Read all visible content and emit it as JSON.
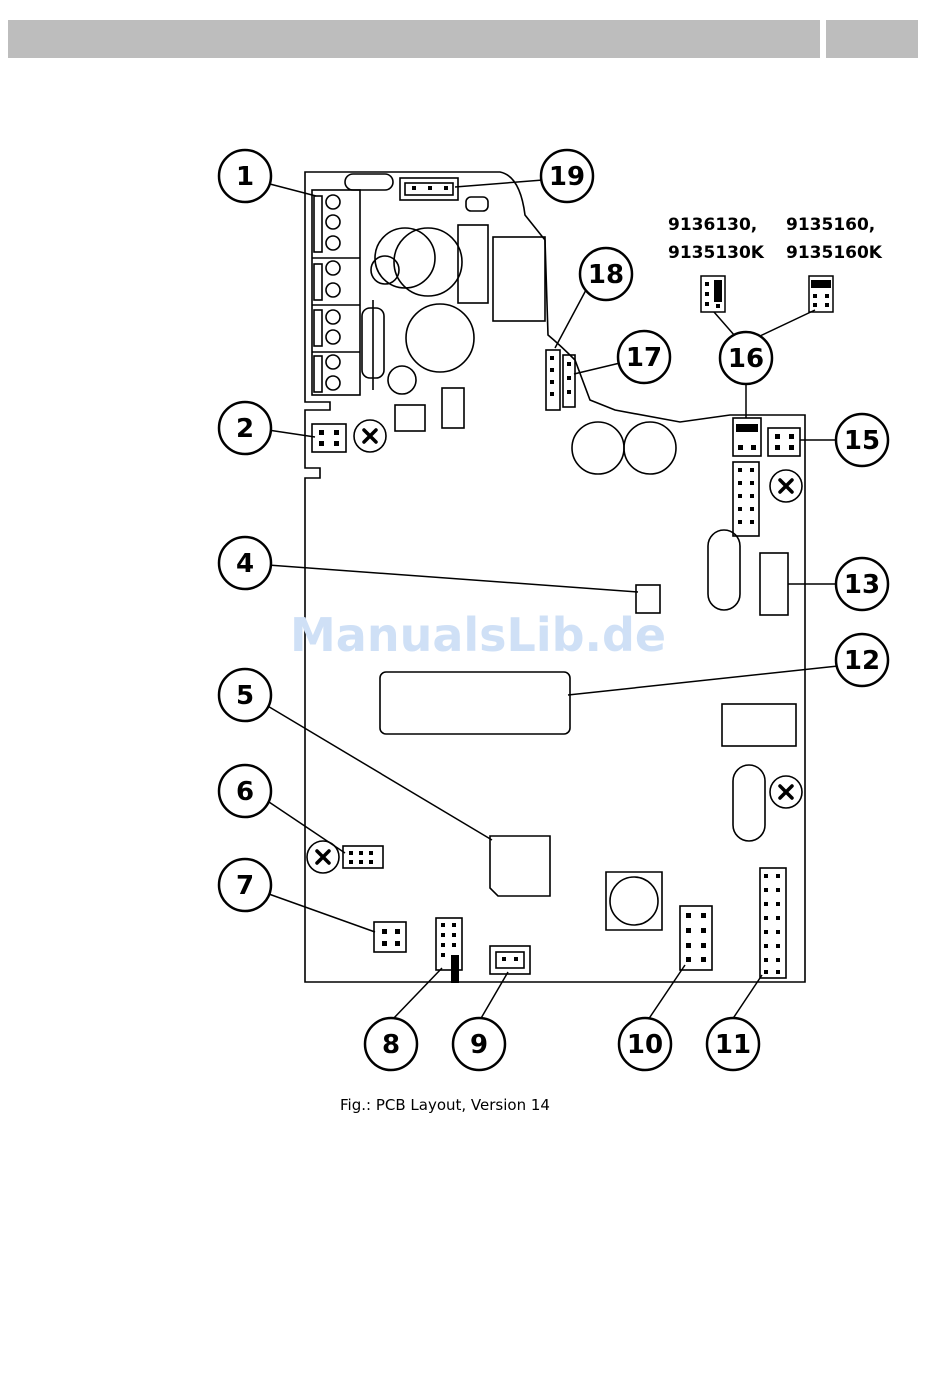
{
  "figure": {
    "caption": "Fig.: PCB Layout, Version 14",
    "watermark": "ManualsLib.de",
    "variant_labels": {
      "left_line1": "9136130,",
      "left_line2": "9135130K",
      "right_line1": "9135160,",
      "right_line2": "9135160K"
    },
    "callouts": [
      "1",
      "2",
      "4",
      "5",
      "6",
      "7",
      "8",
      "9",
      "10",
      "11",
      "12",
      "13",
      "15",
      "16",
      "17",
      "18",
      "19"
    ]
  }
}
